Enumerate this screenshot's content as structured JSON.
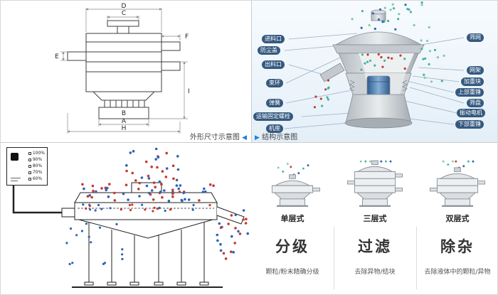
{
  "panels": {
    "dimension": {
      "caption": "外形尺寸示意图",
      "labels": {
        "D": "D",
        "C": "C",
        "F": "F",
        "E": "E",
        "B": "B",
        "I": "I",
        "A": "A",
        "H": "H"
      }
    },
    "structure": {
      "caption": "结构示意图",
      "left_labels": [
        "进料口",
        "防尘盖",
        "出料口",
        "束环",
        "弹簧",
        "运输固定螺栓",
        "机座"
      ],
      "right_labels": [
        "筛网",
        "网架",
        "加重块",
        "上部重锤",
        "筛盘",
        "振动电机",
        "下部重锤"
      ]
    },
    "control": {
      "percentages": [
        "100%",
        "90%",
        "80%",
        "70%",
        "60%"
      ]
    },
    "types": [
      {
        "label": "单层式"
      },
      {
        "label": "三层式"
      },
      {
        "label": "双层式"
      }
    ],
    "functions": [
      {
        "title": "分级",
        "desc": "颗粒/粉末精确分级"
      },
      {
        "title": "过滤",
        "desc": "去除异物/结块"
      },
      {
        "title": "除杂",
        "desc": "去除液体中的颗粒/异物"
      }
    ]
  },
  "colors": {
    "accent": "#1d84d8",
    "red_dot": "#c43a30",
    "blue_dot": "#2f63b5",
    "teal_dot": "#45b39d",
    "green_dot": "#84c9a8"
  }
}
